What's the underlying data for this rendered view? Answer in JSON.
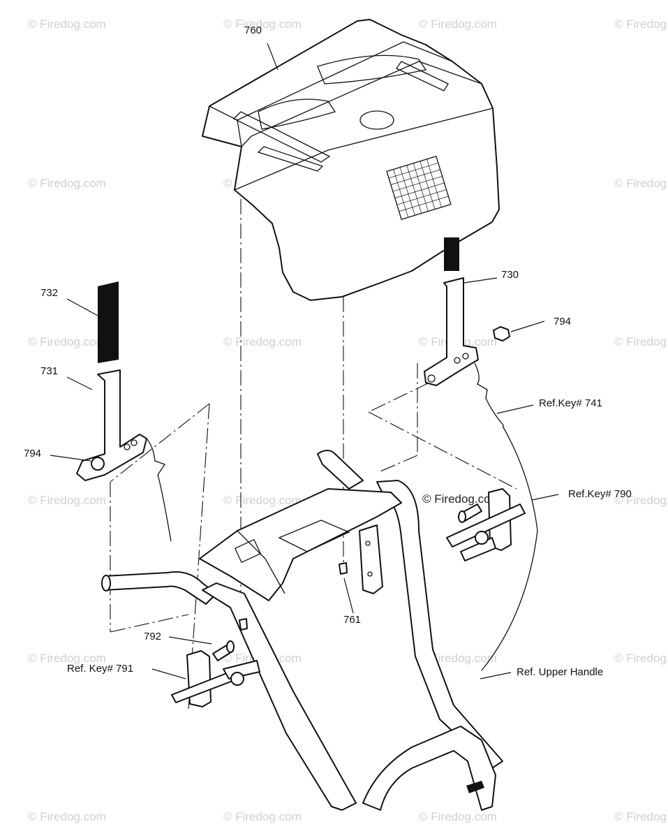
{
  "callouts": {
    "c760": "760",
    "c730": "730",
    "c732": "732",
    "c731": "731",
    "c794a": "794",
    "c794b": "794",
    "c741": "Ref.Key# 741",
    "c790": "Ref.Key# 790",
    "c761": "761",
    "c792": "792",
    "c791": "Ref. Key# 791",
    "cUpper": "Ref. Upper Handle"
  },
  "watermark": {
    "text": "© Firedog.com",
    "center_text": "© Firedog.com"
  }
}
